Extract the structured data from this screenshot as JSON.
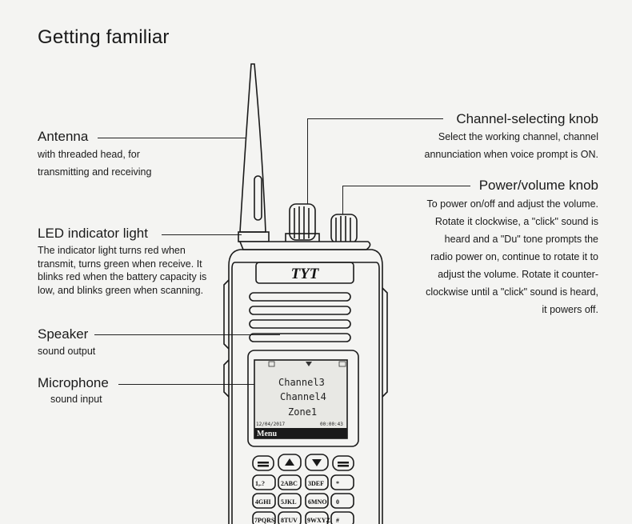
{
  "title": "Getting familiar",
  "labels": {
    "antenna": {
      "name": "Antenna",
      "lines": [
        "with threaded head, for",
        "transmitting and receiving"
      ]
    },
    "led": {
      "name": "LED indicator light",
      "text": "The indicator light turns red when transmit, turns green when receive. It blinks red when the battery capacity is low, and blinks green when scanning."
    },
    "speaker": {
      "name": "Speaker",
      "desc": "sound output"
    },
    "microphone": {
      "name": "Microphone",
      "desc": "sound input"
    },
    "channel_knob": {
      "name": "Channel-selecting knob",
      "lines": [
        "Select the working channel, channel",
        "annunciation when voice prompt is ON."
      ]
    },
    "power_knob": {
      "name": "Power/volume knob",
      "lines": [
        "To power on/off and adjust the volume.",
        "Rotate it clockwise, a \"click\" sound is",
        "heard and a \"Du\" tone prompts the",
        "radio power on, continue to rotate it to",
        "adjust the volume. Rotate it counter-",
        "clockwise until a \"click\" sound is heard,",
        "it powers off."
      ]
    }
  },
  "radio": {
    "brand": "TYT",
    "display": {
      "line1": "Channel3",
      "line2": "Channel4",
      "line3": "Zone1",
      "date": "12/04/2017",
      "time": "00:00:43",
      "menu": "Menu"
    },
    "keys": {
      "k1": "1,.?",
      "k2": "2ABC",
      "k3": "3DEF",
      "k_star": "*",
      "k4": "4GHI",
      "k5": "5JKL",
      "k6": "6MNO",
      "k0": "0",
      "k7": "7PQRS",
      "k8": "8TUV",
      "k9": "9WXYZ",
      "k_hash": "#"
    }
  }
}
